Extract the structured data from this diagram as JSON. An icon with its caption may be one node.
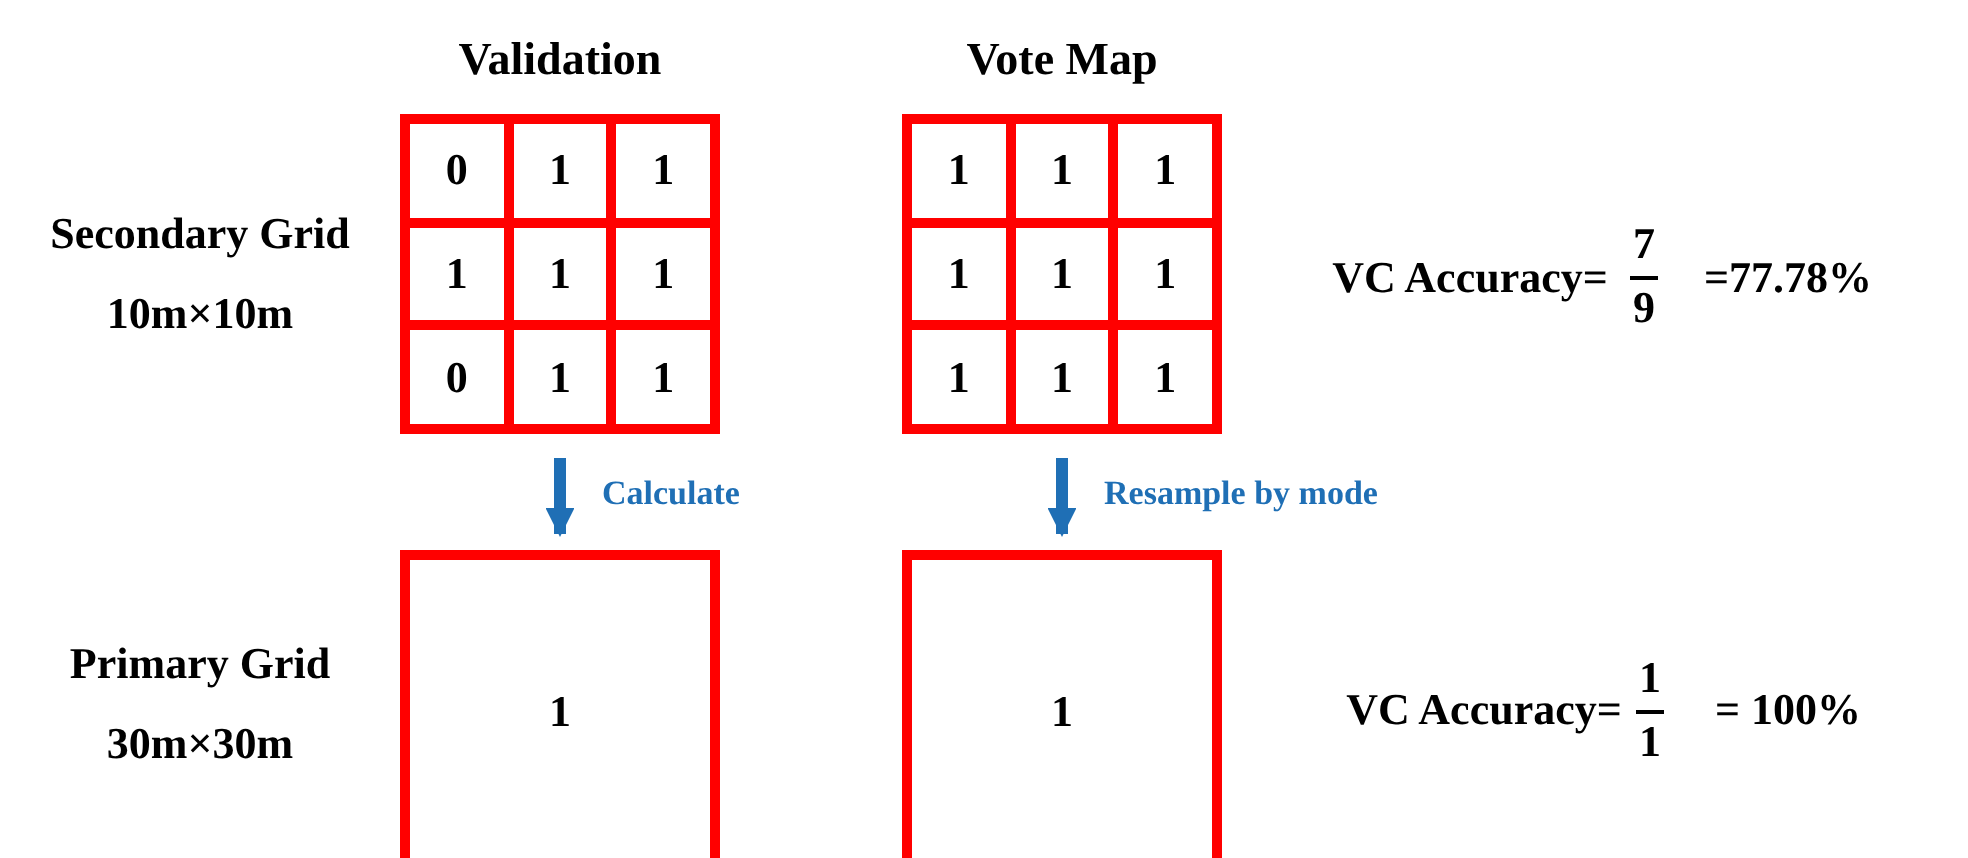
{
  "diagram": {
    "nodes": [
      {
        "text": [
          "Validation"
        ]
      },
      {
        "text": [
          "0"
        ],
        "in": 0
      },
      {
        "text": [
          "1"
        ],
        "in": 0
      },
      {
        "text": [
          "1"
        ],
        "in": 0
      },
      {
        "text": [
          "1"
        ],
        "in": 0
      },
      {
        "text": [
          "1"
        ],
        "in": 0
      },
      {
        "text": [
          "1"
        ],
        "in": 0
      },
      {
        "text": [
          "0"
        ],
        "in": 0
      },
      {
        "text": [
          "1"
        ],
        "in": 0
      },
      {
        "text": [
          "1"
        ],
        "in": 0
      },
      {
        "text": [
          "Vote Map"
        ]
      },
      {
        "text": [
          "1"
        ],
        "in": 10
      },
      {
        "text": [
          "1"
        ],
        "in": 10
      },
      {
        "text": [
          "1"
        ],
        "in": 10
      },
      {
        "text": [
          "1"
        ],
        "in": 10
      },
      {
        "text": [
          "1"
        ],
        "in": 10
      },
      {
        "text": [
          "1"
        ],
        "in": 10
      },
      {
        "text": [
          "1"
        ],
        "in": 10
      },
      {
        "text": [
          "1"
        ],
        "in": 10
      },
      {
        "text": [
          "1"
        ],
        "in": 10
      },
      {
        "text": [
          "1"
        ]
      },
      {
        "text": [
          "1"
        ]
      }
    ],
    "edges": [
      {
        "from": 0,
        "to": 20,
        "arrow": "to",
        "label": "Calculate"
      },
      {
        "from": 10,
        "to": 21,
        "arrow": "to",
        "label": "Resample by mode"
      }
    ],
    "labels": [
      "Secondary Grid",
      "10m×10m",
      "VC Accuracy=",
      "7",
      "9",
      "=77.78%",
      "Primary Grid",
      "30m×30m",
      "VC Accuracy=",
      "1",
      "1",
      "= 100%"
    ]
  }
}
